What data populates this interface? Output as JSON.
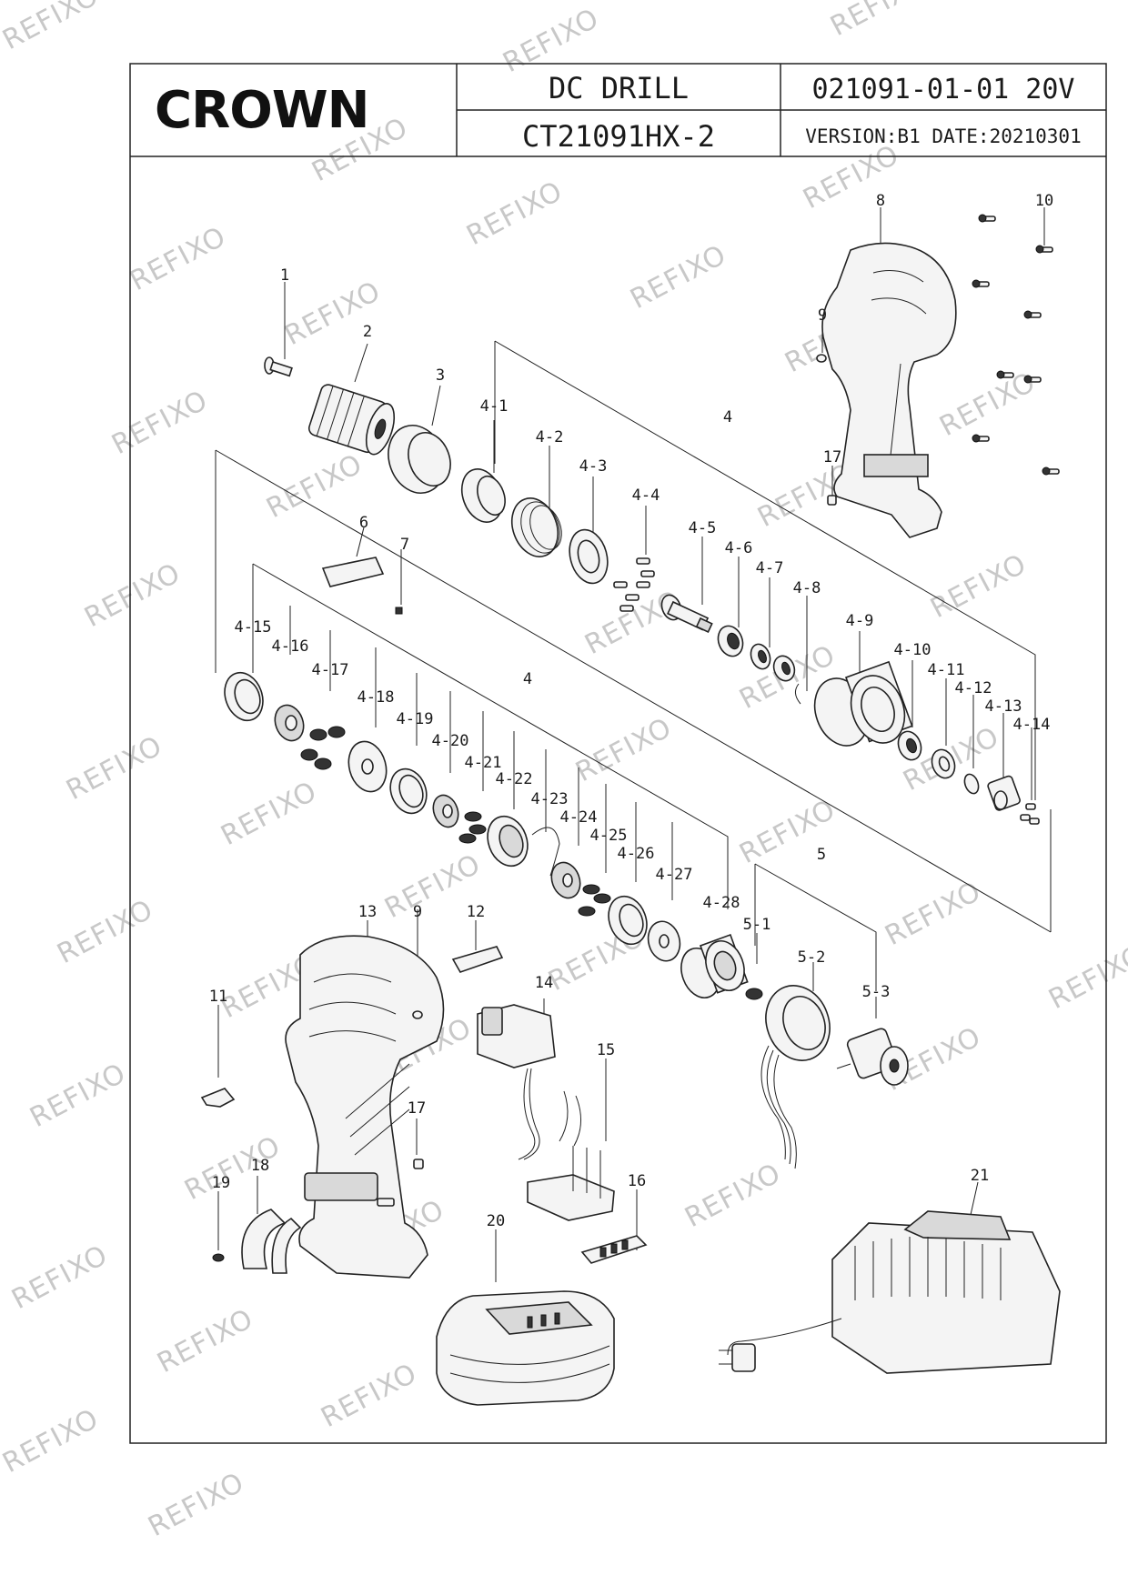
{
  "title_block": {
    "logo": "CROWN",
    "product_name": "DC DRILL",
    "model": "CT21091HX-2",
    "doc_number": "021091-01-01 20V",
    "version_date": "VERSION:B1 DATE:20210301"
  },
  "watermark": "REFIXO",
  "callouts": {
    "c1": "1",
    "c2": "2",
    "c3": "3",
    "c4a": "4",
    "c4b": "4",
    "c4_1": "4-1",
    "c4_2": "4-2",
    "c4_3": "4-3",
    "c4_4": "4-4",
    "c4_5": "4-5",
    "c4_6": "4-6",
    "c4_7": "4-7",
    "c4_8": "4-8",
    "c4_9": "4-9",
    "c4_10": "4-10",
    "c4_11": "4-11",
    "c4_12": "4-12",
    "c4_13": "4-13",
    "c4_14": "4-14",
    "c4_15": "4-15",
    "c4_16": "4-16",
    "c4_17": "4-17",
    "c4_18": "4-18",
    "c4_19": "4-19",
    "c4_20": "4-20",
    "c4_21": "4-21",
    "c4_22": "4-22",
    "c4_23": "4-23",
    "c4_24": "4-24",
    "c4_25": "4-25",
    "c4_26": "4-26",
    "c4_27": "4-27",
    "c4_28": "4-28",
    "c5": "5",
    "c5_1": "5-1",
    "c5_2": "5-2",
    "c5_3": "5-3",
    "c6": "6",
    "c7": "7",
    "c8": "8",
    "c9a": "9",
    "c9b": "9",
    "c10": "10",
    "c11": "11",
    "c12": "12",
    "c13": "13",
    "c14": "14",
    "c15": "15",
    "c16": "16",
    "c17a": "17",
    "c17b": "17",
    "c18": "18",
    "c19": "19",
    "c20": "20",
    "c21": "21"
  }
}
